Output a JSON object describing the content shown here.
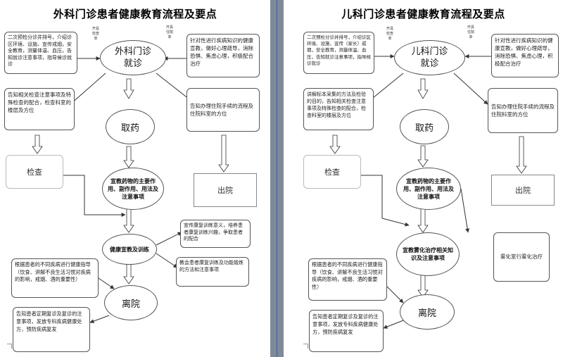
{
  "left": {
    "title": "外科门诊患者健康教育流程及要点",
    "main_node": [
      "外科门诊",
      "就诊"
    ],
    "tag_left": [
      "开具",
      "检查",
      "单"
    ],
    "tag_right": [
      "开具",
      "住院",
      "单"
    ],
    "box_top_left": "二次预检分诊并排号，介绍诊区环境、设施、宣传戒烟，安全教育，测量体温、血压，告知就诊注意事项，指导候诊就诊",
    "box_top_right": "针对性进行疾病知识的健康宣教，做好心理疏导，消除恐惧、焦虑心理，积极配合治疗",
    "box_mid_left": "告知相关检查注意事项及特殊检查的配合，检查科室的楼层及方位",
    "box_mid_right": "告知办理住院手续的流程及住院科室的方位",
    "node_take_med": "取药",
    "node_exam": "检查",
    "node_discharge_box": "出院",
    "node_drug_edu": "宣教药物的主要作用、副作用、用法及注意事项",
    "node_rehab": "健康宣教及训练",
    "box_rehab_top": "宣传康复训练意义，培养患者康复训练兴趣，争取患者的配合",
    "box_rehab_bottom": "教会患者康复训练及功能锻炼的方法和注意事项",
    "box_guidance": "根据患者的不同疾病进行健康指导（饮食、讲解不良生活习惯对疾病的影响，戒烟、酒的重要性）",
    "node_leave": "离院",
    "box_followup": "告知患者定期复诊及复诊的注意事项，发放专科疾病健康处方，预防疾病复发"
  },
  "right": {
    "title": "儿科门诊患者健康教育流程及要点",
    "main_node": [
      "儿科门诊",
      "就诊"
    ],
    "tag_left": [
      "开具",
      "检查",
      "单"
    ],
    "tag_right": [
      "开具",
      "住院",
      "单"
    ],
    "box_top_left": "二次预检分诊并排号，介绍诊区环境、设施、宣传（家长）戒烟，安全教育，测量体温、血压，告知就诊注意事项，指导候诊就诊",
    "box_top_right": "针对性进行疾病知识的健康宣教，做好心理疏导，消除恐惧、焦虑心理，积极配合治疗",
    "box_mid_left": "讲解标本采集的方法及检验的目的，告知相关检查注意事项及特殊检查的配合，检查科室的楼层及方位",
    "box_mid_right": "告知办理住院手续的流程及住院科室的方位",
    "node_take_med": "取药",
    "node_exam": "检查",
    "node_discharge_box": "出院",
    "node_drug_edu": "宣教药物的主要作用、副作用、用法及注意事项",
    "node_nebulize": "宣教雾化治疗相关知识及注意事项",
    "box_nebulize_room": "雾化室行雾化治疗",
    "box_guidance": "根据患者的不同疾病进行健康指导（饮食、讲解不良生活习惯对疾病的影响，戒烟、酒的重要性）",
    "node_leave": "离院",
    "box_followup": "告知患者定期复诊及复诊的注意事项，发放专科疾病健康处方，预防疾病复发"
  }
}
